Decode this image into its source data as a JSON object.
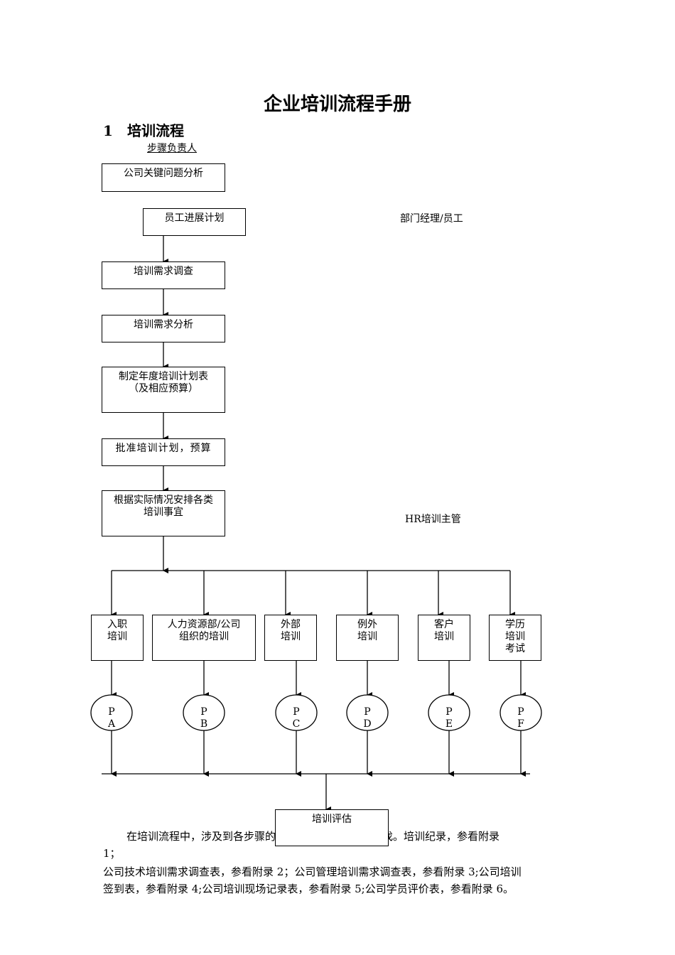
{
  "title": "企业培训流程手册",
  "section": {
    "number": "1",
    "heading": "培训流程"
  },
  "steps_header": "步骤负责人",
  "steps": [
    "公司关键问题分析",
    "员工进展计划",
    "培训需求调查",
    "培训需求分析",
    "制定年度培训计划表（及相应预算）",
    "批准培训计划，预算",
    "根据实际情况安排各类培训事宜"
  ],
  "roles": {
    "staff_plan": "部门经理/员工",
    "hr": "HR培训主管"
  },
  "branches": [
    {
      "label": "入职培训",
      "circle_top": "P",
      "circle_bottom": "A"
    },
    {
      "label": "人力资源部/公司组织的培训",
      "circle_top": "P",
      "circle_bottom": "B"
    },
    {
      "label": "外部培训",
      "circle_top": "P",
      "circle_bottom": "C"
    },
    {
      "label": "例外培训",
      "circle_top": "P",
      "circle_bottom": "D"
    },
    {
      "label": "客户培训",
      "circle_top": "P",
      "circle_bottom": "E"
    },
    {
      "label": "学历培训考试",
      "circle_top": "P",
      "circle_bottom": "F"
    }
  ],
  "evaluation": "培训评估",
  "paragraph": {
    "line1": "在培训流程中，涉及到各步骤的表格都可以在附录中查找。培训纪录，参看附录",
    "line2": "1；",
    "line3": "公司技术培训需求调查表，参看附录 2；公司管理培训需求调查表，参看附录 3;公司培训",
    "line4": "签到表，参看附录 4;公司培训现场记录表，参看附录 5;公司学员评价表，参看附录 6。"
  }
}
